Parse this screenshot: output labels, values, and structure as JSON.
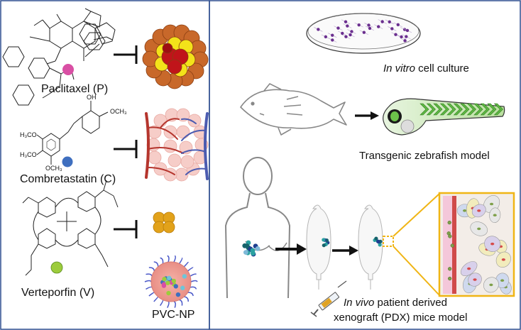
{
  "left_panel": {
    "drugs": [
      {
        "name": "Paclitaxel (P)",
        "color": "#d94fa4",
        "target_icon": "tumor-cell-cluster-icon"
      },
      {
        "name": "Combretastatin (C)",
        "color": "#3f6fbf",
        "target_icon": "tumor-vasculature-icon"
      },
      {
        "name": "Verteporfin (V)",
        "color": "#9ccc3c",
        "target_icon": "yap-tead-complex-icon"
      }
    ],
    "combretastatin_groups": {
      "oh": "OH",
      "och3_right": "OCH₃",
      "h3co_top": "H₃CO",
      "h3co_mid": "H₃CO",
      "och3_bottom": "OCH₃"
    },
    "nanoparticle_label": "PVC-NP"
  },
  "right_panel": {
    "models": [
      {
        "prefix": "In vitro",
        "suffix": " cell culture"
      },
      {
        "prefix": "",
        "suffix": "Transgenic zebrafish model"
      },
      {
        "prefix": "In vivo",
        "suffix": " patient derived",
        "line2": "xenograft (PDX) mice model"
      }
    ]
  },
  "colors": {
    "border": "#2e4e8f",
    "tumor_orange": "#c8682a",
    "tumor_yellow": "#f3e21a",
    "tumor_red": "#c0141a",
    "zebrafish_green": "#6cc14a",
    "pdx_box": "#f0b515",
    "yap_gold": "#e2a21a"
  }
}
